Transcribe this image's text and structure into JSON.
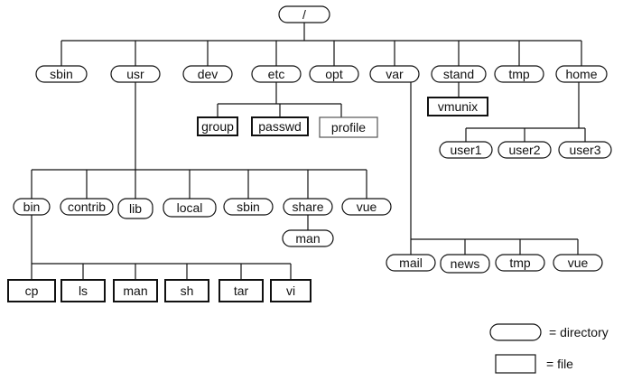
{
  "colors": {
    "line": "#111111",
    "background": "#ffffff"
  },
  "nodes": {
    "root": "/",
    "sbin": "sbin",
    "usr": "usr",
    "dev": "dev",
    "etc": "etc",
    "opt": "opt",
    "var": "var",
    "stand": "stand",
    "tmp": "tmp",
    "home": "home",
    "group": "group",
    "passwd": "passwd",
    "profile": "profile",
    "vmunix": "vmunix",
    "user1": "user1",
    "user2": "user2",
    "user3": "user3",
    "usr_bin": "bin",
    "usr_contrib": "contrib",
    "usr_lib": "lib",
    "usr_local": "local",
    "usr_sbin": "sbin",
    "usr_share": "share",
    "usr_vue": "vue",
    "share_man": "man",
    "cp": "cp",
    "ls": "ls",
    "man": "man",
    "sh": "sh",
    "tar": "tar",
    "vi": "vi",
    "var_mail": "mail",
    "var_news": "news",
    "var_tmp": "tmp",
    "var_vue": "vue"
  },
  "legend": {
    "directory_label": "= directory",
    "file_label": "= file"
  }
}
